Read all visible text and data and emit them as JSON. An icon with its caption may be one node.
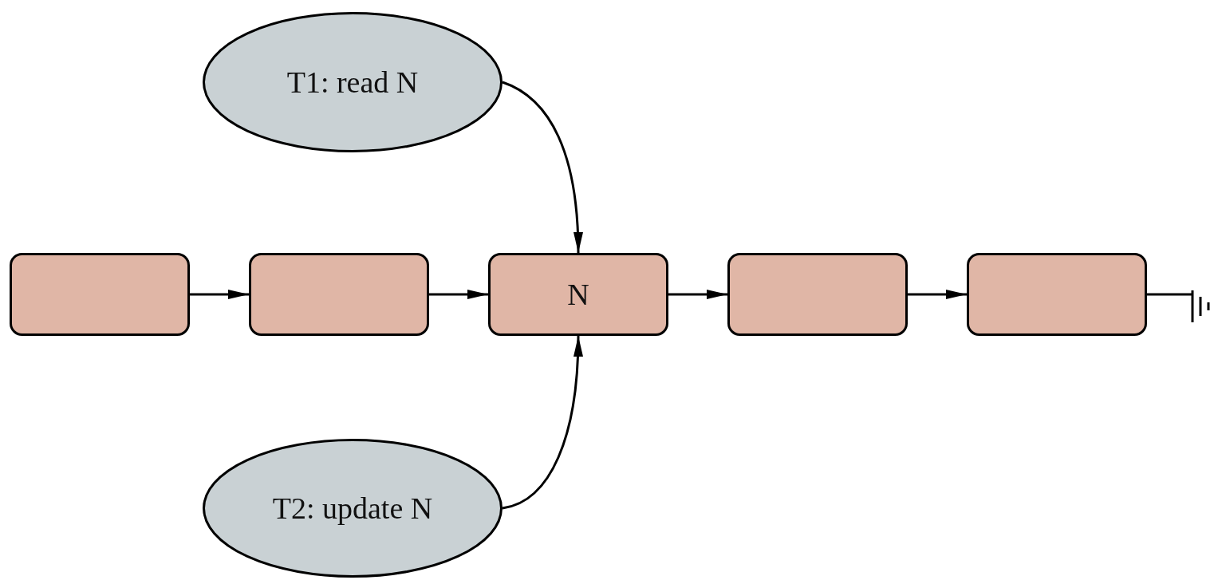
{
  "diagram": {
    "nodes": [
      {
        "text": [
          "T1: read N"
        ]
      },
      {
        "text": [],
        "shape": "box"
      },
      {
        "text": [],
        "shape": "box"
      },
      {
        "text": [
          "N"
        ]
      },
      {
        "text": [],
        "shape": "box"
      },
      {
        "text": [],
        "shape": "box"
      },
      {
        "text": [],
        "shape": "ground"
      },
      {
        "text": [
          "T2: update N"
        ]
      }
    ],
    "edges": [
      {
        "from": 0,
        "to": 3,
        "arrow": "to"
      },
      {
        "from": 1,
        "to": 2,
        "arrow": "to"
      },
      {
        "from": 2,
        "to": 3,
        "arrow": "to"
      },
      {
        "from": 3,
        "to": 4,
        "arrow": "to"
      },
      {
        "from": 4,
        "to": 5,
        "arrow": "to"
      },
      {
        "from": 5,
        "to": 6,
        "arrow": "none"
      },
      {
        "from": 7,
        "to": 3,
        "arrow": "to"
      }
    ]
  }
}
